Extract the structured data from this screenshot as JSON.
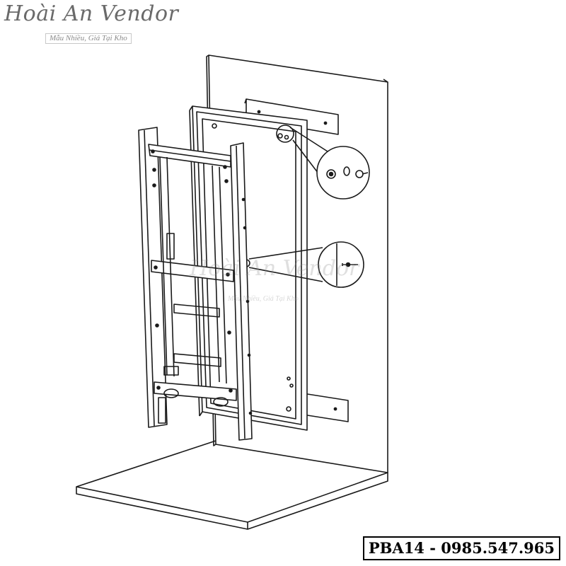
{
  "brand": {
    "name": "Hoài An Vendor",
    "tagline": "Mẫu Nhiều, Giá Tại Kho"
  },
  "product": {
    "label": "PBA14 - 0985.547.965"
  },
  "watermark": {
    "name": "Hoài An Vendor",
    "tagline": "Mẫu Nhiều, Giá Tại Kho"
  },
  "colors": {
    "line": "#1a1a1a",
    "brand_text": "#6a6a6a"
  }
}
